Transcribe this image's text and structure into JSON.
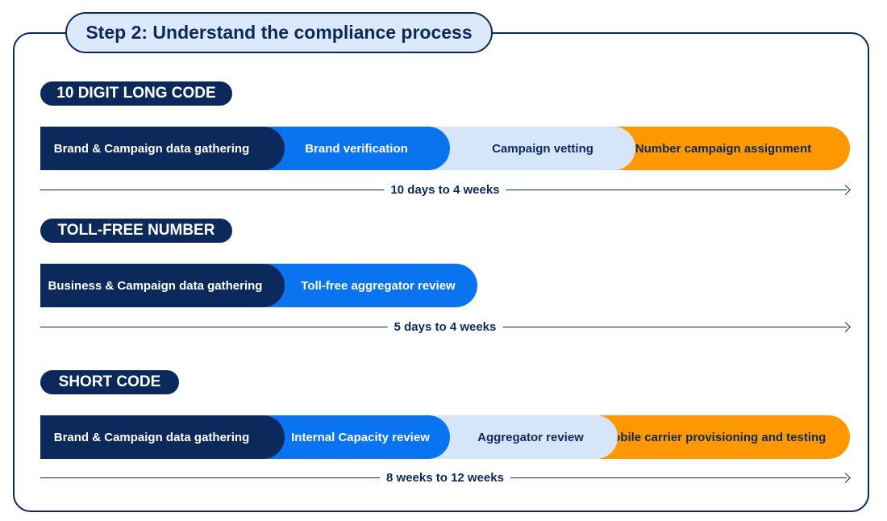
{
  "title": "Step 2: Understand the compliance process",
  "colors": {
    "navy": "#0b2a5b",
    "blue": "#0a73f0",
    "light_blue": "#d5e6fb",
    "orange": "#ff9800",
    "title_fill": "#dce9fb"
  },
  "sections": [
    {
      "heading": "10 DIGIT LONG CODE",
      "steps": [
        {
          "label": "Brand & Campaign data gathering",
          "color": "navy"
        },
        {
          "label": "Brand verification",
          "color": "blue"
        },
        {
          "label": "Campaign vetting",
          "color": "light_blue"
        },
        {
          "label": "Number campaign assignment",
          "color": "orange"
        }
      ],
      "duration": "10 days to 4 weeks"
    },
    {
      "heading": "TOLL-FREE NUMBER",
      "steps": [
        {
          "label": "Business & Campaign data gathering",
          "color": "navy"
        },
        {
          "label": "Toll-free aggregator review",
          "color": "blue"
        }
      ],
      "duration": "5 days to 4 weeks"
    },
    {
      "heading": "SHORT CODE",
      "steps": [
        {
          "label": "Brand & Campaign data gathering",
          "color": "navy"
        },
        {
          "label": "Internal Capacity review",
          "color": "blue"
        },
        {
          "label": "Aggregator review",
          "color": "light_blue"
        },
        {
          "label": "Mobile carrier provisioning and testing",
          "color": "orange"
        }
      ],
      "duration": "8 weeks to 12 weeks"
    }
  ]
}
